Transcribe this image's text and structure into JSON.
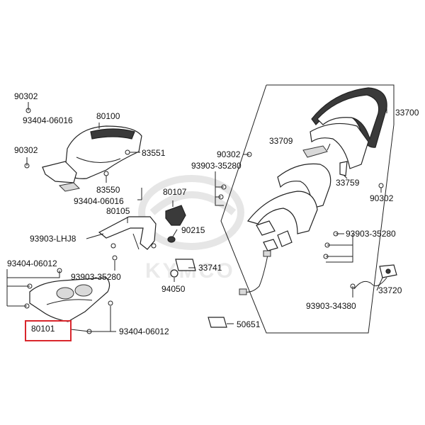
{
  "diagram": {
    "highlight_color": "#d9262c",
    "watermark_text": "KYMCO",
    "labels": {
      "l90302a": "90302",
      "l93404_06016a": "93404-06016",
      "l90302b": "90302",
      "l80100": "80100",
      "l83551": "83551",
      "l83550": "83550",
      "l93404_06016b": "93404-06016",
      "l80107": "80107",
      "l80105": "80105",
      "l93903_LHJ8": "93903-LHJ8",
      "l90215": "90215",
      "l93404_06012a": "93404-06012",
      "l33741": "33741",
      "l93903_35280a": "93903-35280",
      "l94050": "94050",
      "l80101": "80101",
      "l93404_06012b": "93404-06012",
      "l50651": "50651",
      "l90302c": "90302",
      "l93903_35280b": "93903-35280",
      "l33709": "33709",
      "l33700": "33700",
      "l33759": "33759",
      "l90302d": "90302",
      "l93903_35280c": "93903-35280",
      "l33720": "33720",
      "l93903_34380": "93903-34380"
    }
  }
}
